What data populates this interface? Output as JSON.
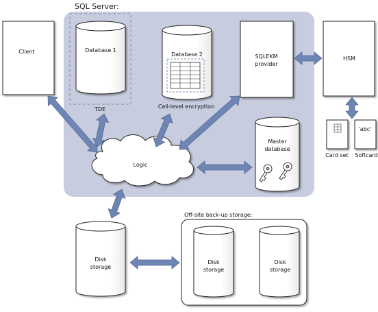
{
  "sql_server": {
    "title": "SQL Server:",
    "bg_color": "#c7cddf"
  },
  "client": {
    "label": "Client"
  },
  "database1": {
    "label": "Database 1",
    "caption": "TDE"
  },
  "database2": {
    "label": "Database 2",
    "caption": "Cell-level encryption"
  },
  "ekm": {
    "line1": "SQLEKM",
    "line2": "provider"
  },
  "hsm": {
    "label": "HSM"
  },
  "card_set": {
    "label": "Card set"
  },
  "softcard": {
    "label": "Softcard",
    "text": "'abc'"
  },
  "master_db": {
    "line1": "Master",
    "line2": "database"
  },
  "logic": {
    "label": "Logic"
  },
  "disk_local": {
    "line1": "Disk",
    "line2": "storage"
  },
  "offsite": {
    "title": "Off-site back-up storage:",
    "disk_a": {
      "line1": "Disk",
      "line2": "storage"
    },
    "disk_b": {
      "line1": "Disk",
      "line2": "storage"
    }
  },
  "colors": {
    "arrow": "#6f86b4",
    "arrow_stroke": "#53689a",
    "dashed": "#7f8fb3"
  }
}
